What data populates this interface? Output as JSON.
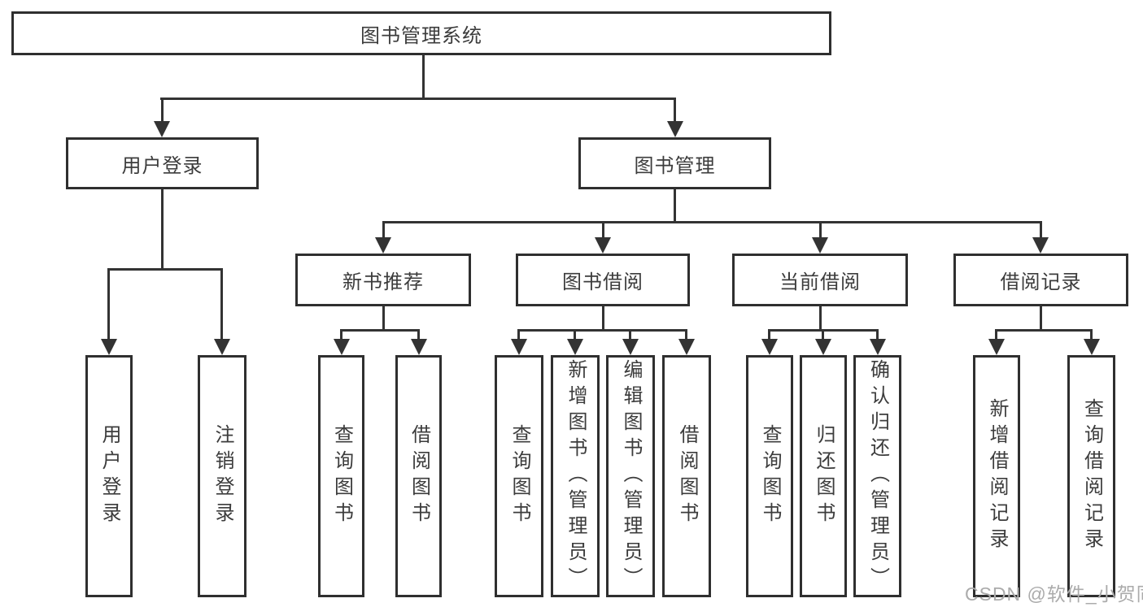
{
  "diagram": {
    "root": {
      "label": "图书管理系统"
    },
    "level2": [
      {
        "label": "用户登录"
      },
      {
        "label": "图书管理"
      }
    ],
    "level3": [
      {
        "label": "新书推荐"
      },
      {
        "label": "图书借阅"
      },
      {
        "label": "当前借阅"
      },
      {
        "label": "借阅记录"
      }
    ],
    "leaves": {
      "user_login": [
        "用户登录",
        "注销登录"
      ],
      "new_books": [
        "查询图书",
        "借阅图书"
      ],
      "book_borrow": [
        "查询图书",
        "新增图书（管理员）",
        "编辑图书（管理员）",
        "借阅图书"
      ],
      "current_borrow": [
        "查询图书",
        "归还图书",
        "确认归还（管理员）"
      ],
      "borrow_records": [
        "新增借阅记录",
        "查询借阅记录"
      ]
    }
  },
  "watermark": {
    "text": "CSDN @软件_小贺同学"
  },
  "colors": {
    "line": "#333333",
    "border": "#2f2f2f",
    "text": "#3c3c3c",
    "watermark": "#ababab",
    "background": "#ffffff"
  }
}
